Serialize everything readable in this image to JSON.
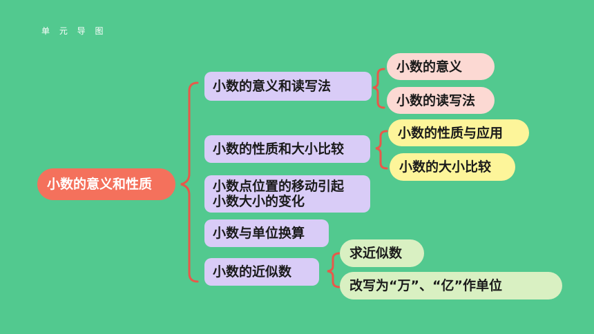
{
  "heading": "单 元 导 图",
  "root": "小数的意义和性质",
  "topics": [
    "小数的意义和读写法",
    "小数的性质和大小比较",
    "小数点位置的移动引起小数大小的变化",
    "小数与单位换算",
    "小数的近似数"
  ],
  "topic3_lines": [
    "小数点位置的移动引起",
    "小数大小的变化"
  ],
  "subtopics": {
    "meaning": [
      "小数的意义",
      "小数的读写法"
    ],
    "properties": [
      "小数的性质与应用",
      "小数的大小比较"
    ],
    "approximation": [
      "求近似数",
      "改写为“万”、“亿”作单位"
    ]
  },
  "colors": {
    "background": "#52c98f",
    "root": "#f4715c",
    "topic": "#d9ccf7",
    "sub_pink": "#fcd9d3",
    "sub_yellow": "#fdf59a",
    "sub_green": "#d9f0c2",
    "bracket": "#e8584a"
  }
}
